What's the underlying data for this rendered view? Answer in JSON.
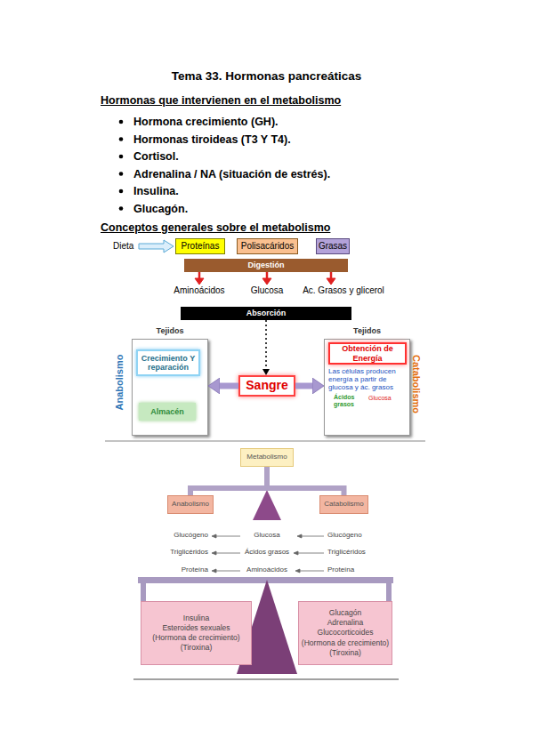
{
  "diagram": {
    "title": "Tema 33. Hormonas pancreáticas",
    "nodes": [
      {
        "text": [
          "Proteínas"
        ]
      },
      {
        "text": [
          "Polisacáridos"
        ]
      },
      {
        "text": [
          "Grasas"
        ]
      },
      {
        "text": [
          "Digestión"
        ]
      },
      {
        "text": [
          "Absorción"
        ]
      },
      {
        "text": [
          "Tejidos"
        ]
      },
      {
        "text": [
          "Crecimiento Y reparación"
        ],
        "in": 5
      },
      {
        "text": [
          "Almacén"
        ],
        "in": 5
      },
      {
        "text": [
          "Sangre"
        ]
      },
      {
        "text": [
          "Tejidos",
          "Las células producen energía a partir de glucosa y ác. grasos"
        ]
      },
      {
        "text": [
          "Obtención de Energía"
        ],
        "in": 9
      },
      {
        "text": [
          "Metabolismo"
        ]
      },
      {
        "text": [
          "Anabolismo"
        ]
      },
      {
        "text": [
          "Catabolismo"
        ]
      },
      {
        "text": [
          "Insulina",
          "Esteroides sexuales",
          "(Hormona de crecimiento)",
          "(Tiroxina)"
        ]
      },
      {
        "text": [
          "Glucagón",
          "Adrenalina",
          "Glucocorticoides",
          "(Hormona de crecimiento)",
          "(Tiroxina)"
        ]
      }
    ],
    "edges": [
      {
        "from": 4,
        "to": 8,
        "arrow": "to"
      },
      {
        "from": 8,
        "to": 5,
        "arrow": "to"
      },
      {
        "from": 8,
        "to": 9,
        "arrow": "to"
      },
      {
        "from": 11,
        "to": 12,
        "arrow": "none"
      },
      {
        "from": 11,
        "to": 13,
        "arrow": "none"
      }
    ],
    "labels": [
      "Hormonas que intervienen en el metabolismo",
      "Hormona crecimiento (GH).",
      "Hormonas tiroideas (T3 Y T4).",
      "Cortisol.",
      "Adrenalina / NA (situación de estrés).",
      "Insulina.",
      "Glucagón.",
      "Conceptos generales sobre el metabolismo",
      "Dieta",
      "Aminoácidos",
      "Glucosa",
      "Ac. Grasos y glicerol",
      "Anabolismo",
      "Ácidos grasos",
      "Glucosa",
      "Catabolismo",
      "Glucógeno",
      "Glucosa",
      "Glucógeno",
      "Triglicéridos",
      "Ácidos grasos",
      "Triglicéridos",
      "Proteína",
      "Aminoácidos",
      "Proteína"
    ]
  }
}
